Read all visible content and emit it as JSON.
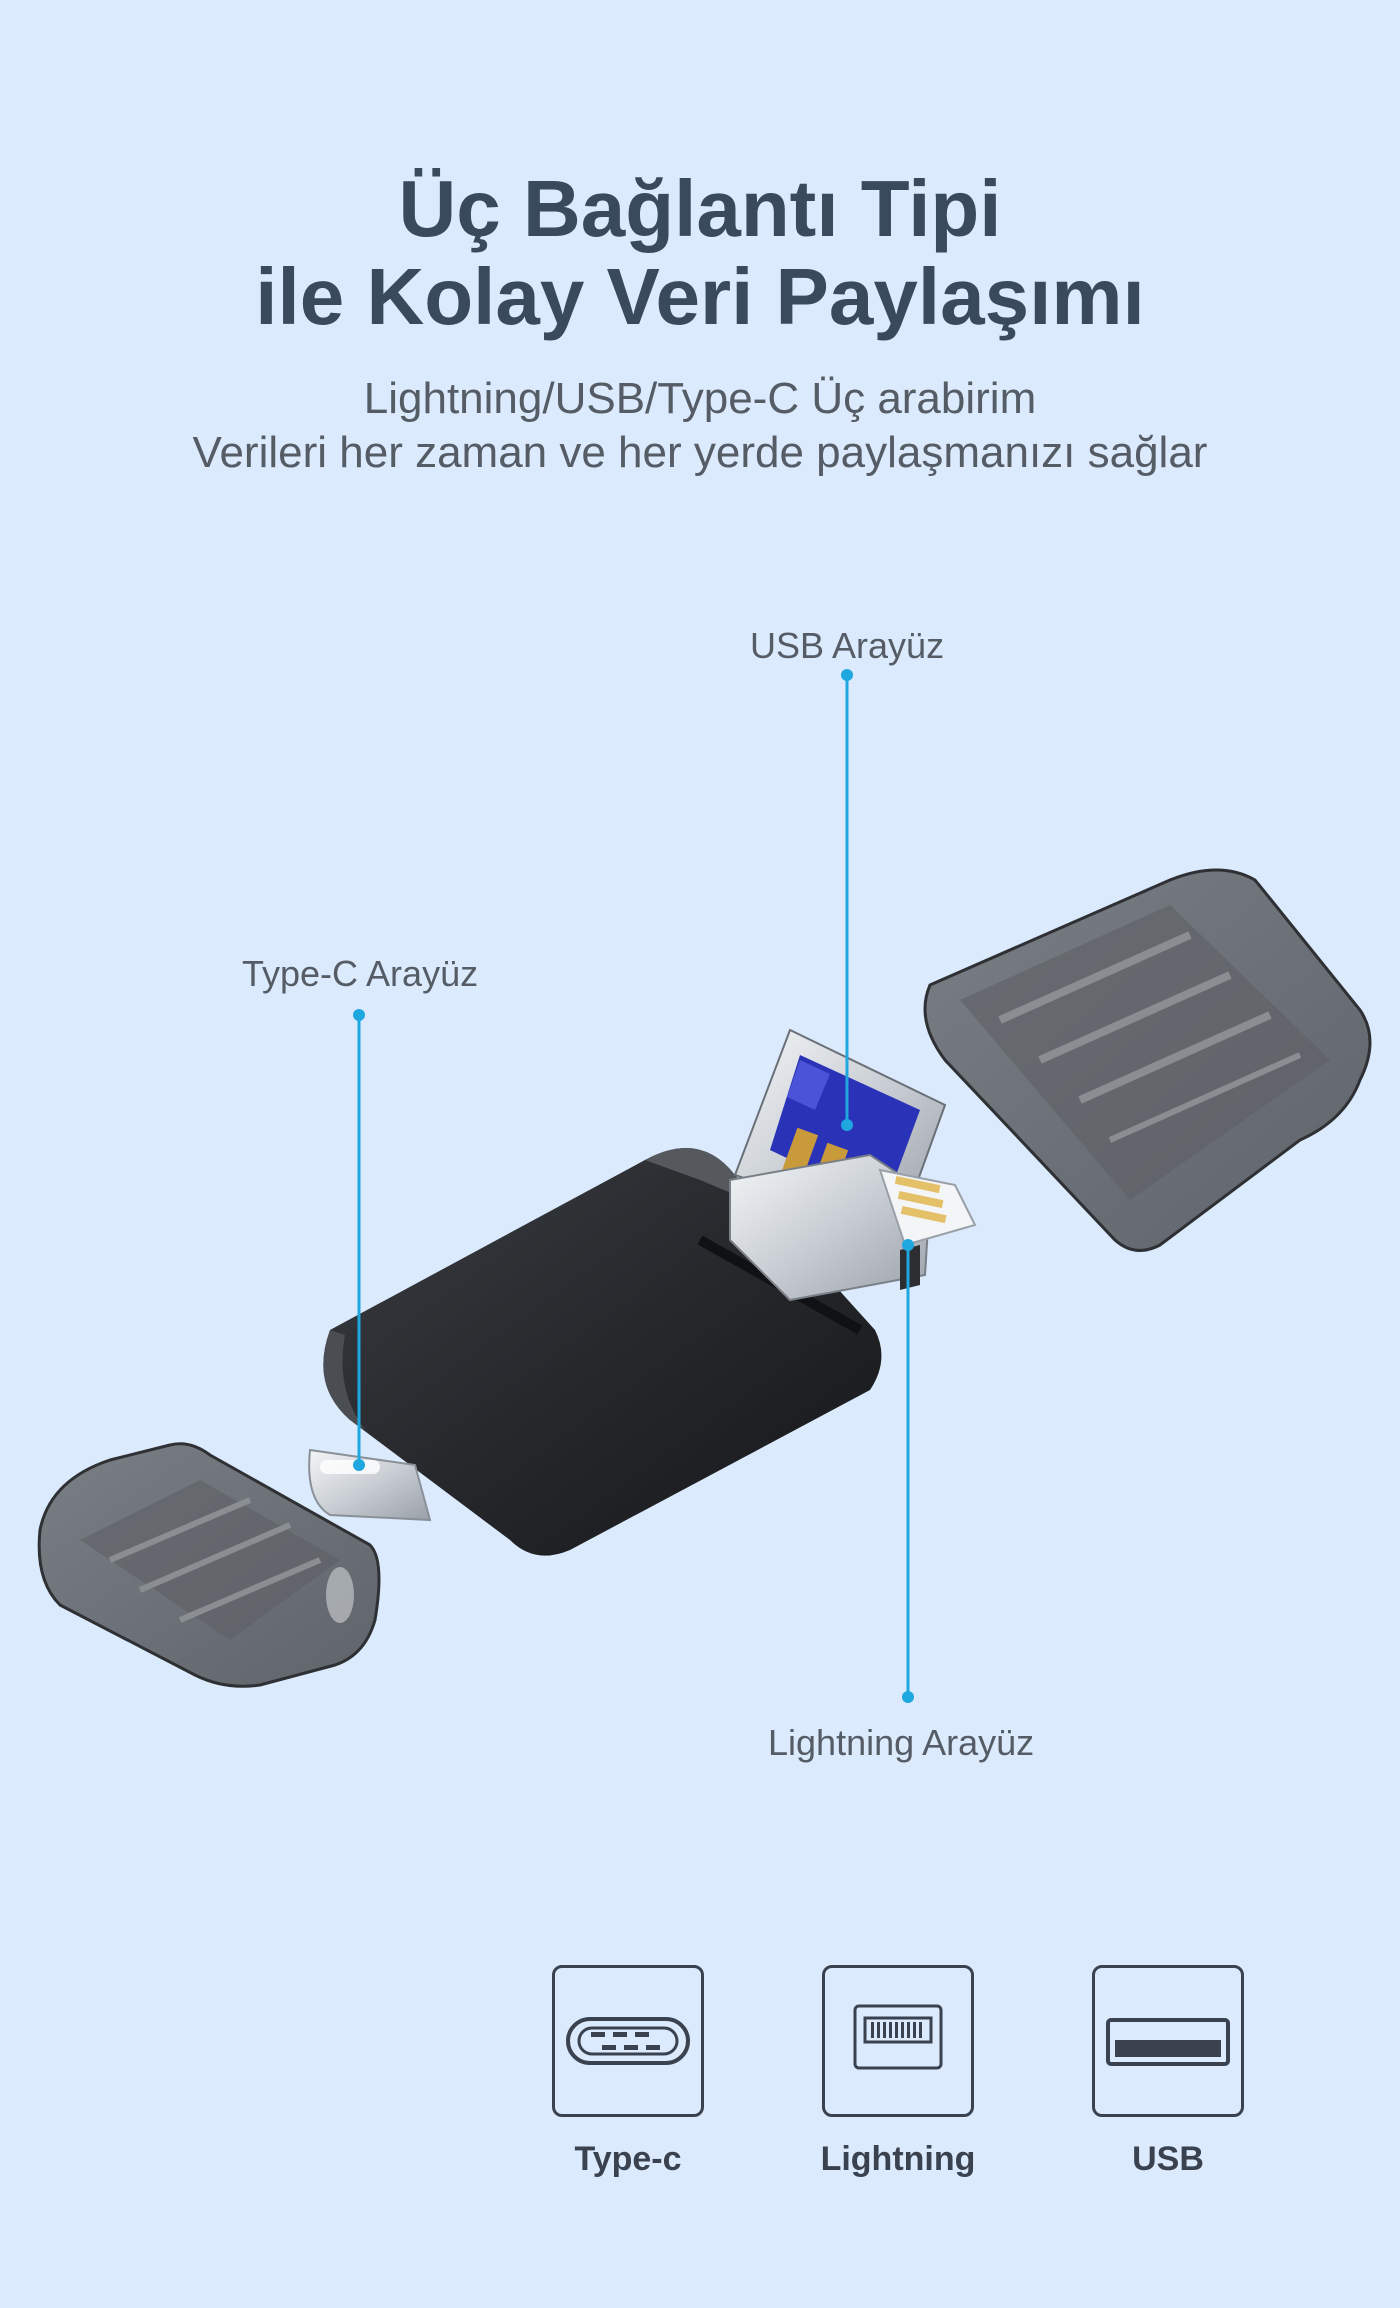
{
  "title": {
    "line1": "Üç Bağlantı Tipi",
    "line2": "ile Kolay Veri Paylaşımı"
  },
  "subtitle": {
    "line1": "Lightning/USB/Type-C Üç arabirim",
    "line2": "Verileri her zaman ve her yerde paylaşmanızı sağlar"
  },
  "callouts": {
    "usb": "USB Arayüz",
    "typec": "Type-C Arayüz",
    "lightning": "Lightning Arayüz"
  },
  "interfaces": [
    {
      "label": "Type-c",
      "icon": "type-c-port-icon"
    },
    {
      "label": "Lightning",
      "icon": "lightning-port-icon"
    },
    {
      "label": "USB",
      "icon": "usb-port-icon"
    }
  ],
  "colors": {
    "background": "#dbeafc",
    "accent": "#1fa7e0",
    "title": "#3a4a5d",
    "body_text": "#555c66",
    "icon_stroke": "#3a4250"
  }
}
